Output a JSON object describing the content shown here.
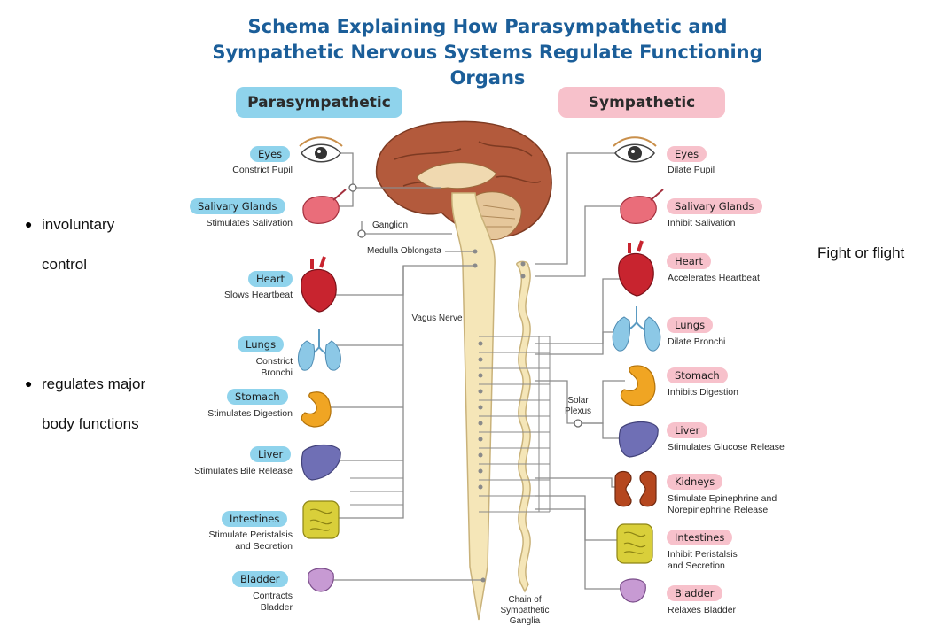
{
  "title": {
    "line1": "Schema Explaining How Parasympathetic and",
    "line2": "Sympathetic Nervous Systems Regulate Functioning Organs"
  },
  "parasympathetic": {
    "header": "Parasympathetic",
    "items": [
      {
        "organ": "Eyes",
        "effect": "Constrict Pupil"
      },
      {
        "organ": "Salivary Glands",
        "effect": "Stimulates Salivation"
      },
      {
        "organ": "Heart",
        "effect": "Slows Heartbeat"
      },
      {
        "organ": "Lungs",
        "effect_line1": "Constrict",
        "effect_line2": "Bronchi"
      },
      {
        "organ": "Stomach",
        "effect": "Stimulates Digestion"
      },
      {
        "organ": "Liver",
        "effect": "Stimulates Bile Release"
      },
      {
        "organ": "Intestines",
        "effect_line1": "Stimulate Peristalsis",
        "effect_line2": "and Secretion"
      },
      {
        "organ": "Bladder",
        "effect_line1": "Contracts",
        "effect_line2": "Bladder"
      }
    ]
  },
  "sympathetic": {
    "header": "Sympathetic",
    "items": [
      {
        "organ": "Eyes",
        "effect": "Dilate Pupil"
      },
      {
        "organ": "Salivary Glands",
        "effect": "Inhibit Salivation"
      },
      {
        "organ": "Heart",
        "effect": "Accelerates Heartbeat"
      },
      {
        "organ": "Lungs",
        "effect": "Dilate Bronchi"
      },
      {
        "organ": "Stomach",
        "effect": "Inhibits Digestion"
      },
      {
        "organ": "Liver",
        "effect": "Stimulates Glucose Release"
      },
      {
        "organ": "Kidneys",
        "effect_line1": "Stimulate Epinephrine and",
        "effect_line2": "Norepinephrine Release"
      },
      {
        "organ": "Intestines",
        "effect_line1": "Inhibit Peristalsis",
        "effect_line2": "and Secretion"
      },
      {
        "organ": "Bladder",
        "effect": "Relaxes Bladder"
      }
    ]
  },
  "structures": {
    "ganglion": "Ganglion",
    "medulla": "Medulla Oblongata",
    "vagus": "Vagus Nerve",
    "solar_line1": "Solar",
    "solar_line2": "Plexus",
    "chain_line1": "Chain of",
    "chain_line2": "Sympathetic",
    "chain_line3": "Ganglia"
  },
  "notes": {
    "bullet1_line1": "involuntary",
    "bullet1_line2": "control",
    "bullet2_line1": "regulates major",
    "bullet2_line2": "body functions",
    "right": "Fight or flight"
  },
  "colors": {
    "title": "#1b5e99",
    "para_accent": "#8fd3ec",
    "symp_accent": "#f7c1cb",
    "spine": "#f5e6b8",
    "brain": "#b35a3c",
    "heart": "#c8242f",
    "lungs": "#8cc8e6",
    "stomach": "#f0a523",
    "liver": "#6f6fb5",
    "intestines": "#d9cf3a",
    "bladder": "#c79ad3",
    "kidneys": "#b5471f"
  }
}
